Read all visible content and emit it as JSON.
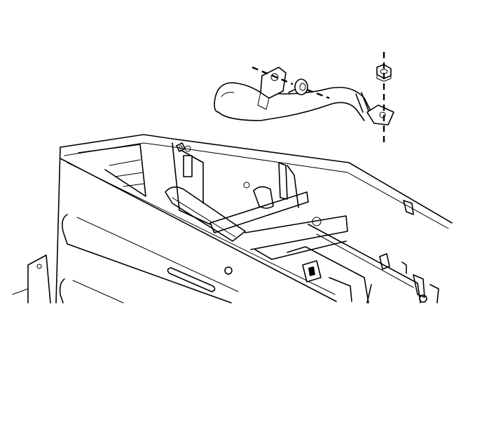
{
  "diagram": {
    "style": "line-art",
    "background": "#ffffff",
    "stroke": "#000000",
    "parts": [
      "hose-assembly",
      "retaining-nut",
      "mounting-stud",
      "grommet",
      "hose-bracket",
      "module-housing",
      "housing-panel"
    ]
  }
}
